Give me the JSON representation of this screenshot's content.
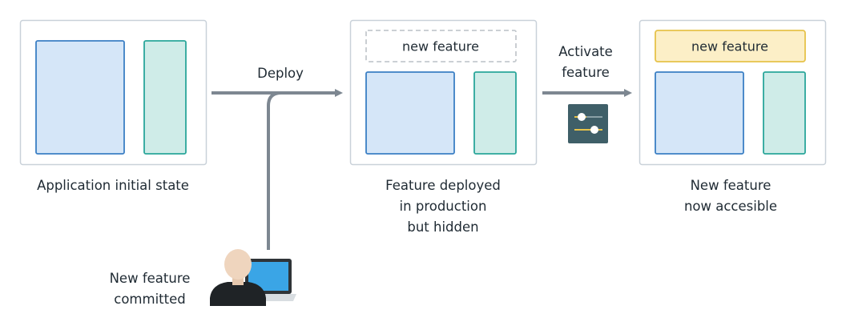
{
  "stages": [
    {
      "caption": [
        "Application initial state"
      ]
    },
    {
      "caption": [
        "Feature deployed",
        "in production",
        "but hidden"
      ],
      "feature_label": "new feature"
    },
    {
      "caption": [
        "New feature",
        "now accesible"
      ],
      "feature_label": "new feature"
    }
  ],
  "arrows": {
    "deploy": "Deploy",
    "activate": [
      "Activate",
      "feature"
    ]
  },
  "developer": {
    "caption": [
      "New feature",
      "committed"
    ]
  },
  "icons": {
    "toggle": "settings-toggle-icon",
    "developer": "developer-laptop-icon"
  },
  "colors": {
    "panel_border": "#c9d1d9",
    "main_fill": "#d5e6f8",
    "main_border": "#3b7fc4",
    "side_fill": "#cfece8",
    "side_border": "#2aa69a",
    "feature_active_fill": "#fcefc7",
    "feature_active_border": "#e6c24a",
    "feature_hidden_border": "#c4c9ce",
    "arrow": "#7d8791",
    "toggle_bg": "#3f5f68",
    "toggle_knob": "#ffffff",
    "toggle_accent": "#e6c24a",
    "skin": "#efd5be",
    "shirt": "#1f2326",
    "laptop": "#3aa5e6",
    "laptop_frame": "#2f3438"
  }
}
